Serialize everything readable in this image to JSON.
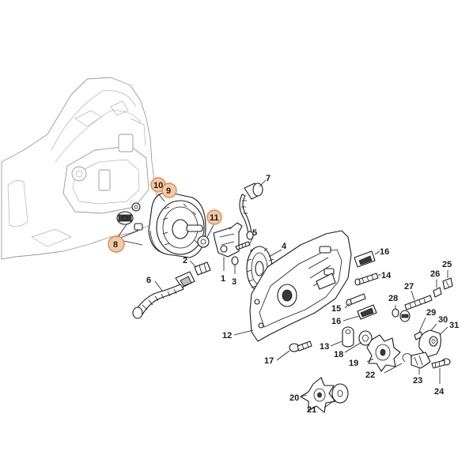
{
  "highlight_color": "#f3c9a8",
  "highlight_stroke": "#e08a4f",
  "callouts": {
    "c1": "1",
    "c2": "2",
    "c3": "3",
    "c4": "4",
    "c5": "5",
    "c6": "6",
    "c7": "7",
    "c8": "8",
    "c9": "9",
    "c10": "10",
    "c11": "11",
    "c12": "12",
    "c13": "13",
    "c14": "14",
    "c15": "15",
    "c16a": "16",
    "c16b": "16",
    "c17": "17",
    "c18": "18",
    "c19": "19",
    "c20": "20",
    "c21": "21",
    "c22": "22",
    "c23": "23",
    "c24": "24",
    "c25": "25",
    "c26": "26",
    "c27": "27",
    "c28": "28",
    "c29": "29",
    "c30": "30",
    "c31": "31"
  }
}
